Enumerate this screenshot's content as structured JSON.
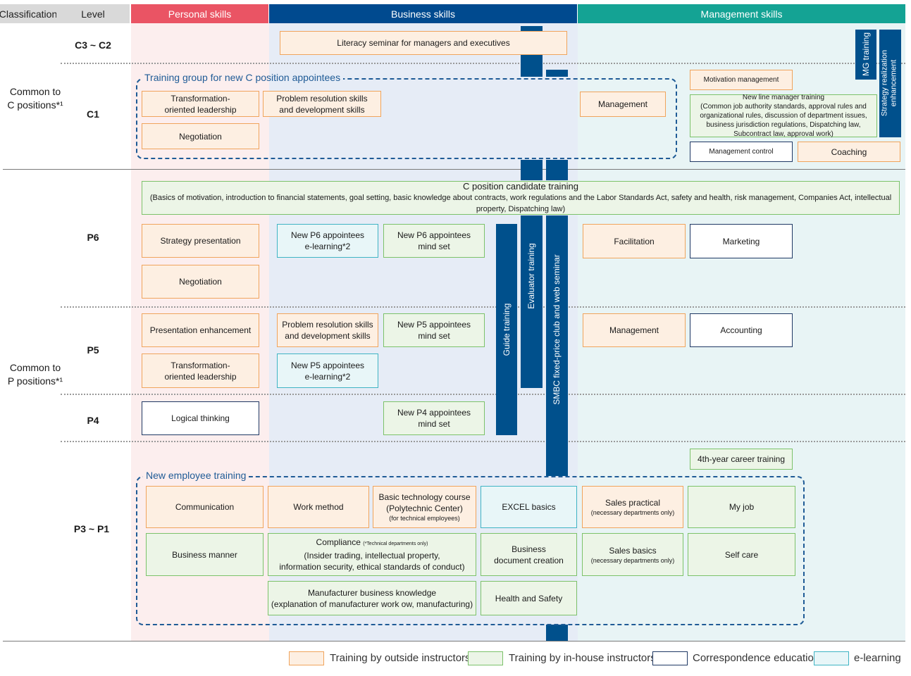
{
  "headers": {
    "classification": "Classification",
    "level": "Level",
    "personal": "Personal skills",
    "business": "Business skills",
    "management": "Management skills"
  },
  "colors": {
    "personal": "#ea5464",
    "business": "#004a8f",
    "management": "#14a394",
    "outside": "#f0a45c",
    "inhouse": "#7cc26a",
    "correspondence": "#1f3864",
    "elearning": "#3fb4c4",
    "bar": "#00508c"
  },
  "classifications": {
    "c": "Common to\nC positions*¹",
    "p": "Common to\nP positions*¹"
  },
  "levels": {
    "c3c2": "C3 ~ C2",
    "c1": "C1",
    "p6": "P6",
    "p5": "P5",
    "p4": "P4",
    "p3p1": "P3 ~ P1"
  },
  "groups": {
    "new_c": "Training group for new C position appointees",
    "new_employee": "New employee training"
  },
  "bars": {
    "mg": "MG training",
    "strategy": "Strategy realization\nenhancement",
    "guide": "Guide training",
    "evaluator": "Evaluator training",
    "smbc": "SMBC fixed-price club and web seminar"
  },
  "boxes": {
    "literacy": "Literacy seminar for managers and executives",
    "c1_transform": "Transformation-\noriented leadership",
    "c1_problem": "Problem resolution skills\nand development skills",
    "c1_negotiation": "Negotiation",
    "c1_management": "Management",
    "motivation": "Motivation management",
    "new_line_title": "New line manager training",
    "new_line_detail": "(Common job authority standards, approval rules and organizational rules, discussion of department issues, business jurisdiction regulations, Dispatching law, Subcontract law, approval work)",
    "mgmt_control": "Management control",
    "coaching": "Coaching",
    "cand_title": "C position candidate training",
    "cand_detail": "(Basics of motivation, introduction to financial statements, goal setting, basic knowledge about contracts, work regulations and the Labor Standards Act, safety and health, risk management, Companies Act, intellectual property, Dispatching law)",
    "p6_strategy": "Strategy presentation",
    "p6_negotiation": "Negotiation",
    "p6_elearning": "New P6 appointees\ne-learning*2",
    "p6_mindset": "New P6 appointees\nmind set",
    "facilitation": "Facilitation",
    "marketing": "Marketing",
    "p5_presentation": "Presentation enhancement",
    "p5_transform": "Transformation-\noriented leadership",
    "p5_problem": "Problem resolution skills\nand development skills",
    "p5_mindset": "New P5 appointees\nmind set",
    "p5_elearning": "New P5 appointees\ne-learning*2",
    "p5_management": "Management",
    "accounting": "Accounting",
    "logical": "Logical thinking",
    "p4_mindset": "New P4 appointees\nmind set",
    "career4": "4th-year career training",
    "communication": "Communication",
    "work_method": "Work method",
    "basic_tech_title": "Basic technology course\n(Polytechnic Center)",
    "basic_tech_note": "(for technical employees)",
    "excel": "EXCEL basics",
    "sales_practical": "Sales practical",
    "sales_practical_note": "(necessary departments only)",
    "my_job": "My job",
    "business_manner": "Business manner",
    "compliance_title": "Compliance",
    "compliance_note": "(*Technical departments only)",
    "compliance_detail": "(Insider trading, intellectual property,\ninformation security, ethical standards of conduct)",
    "biz_doc": "Business\ndocument creation",
    "sales_basics": "Sales basics",
    "sales_basics_note": "(necessary departments only)",
    "self_care": "Self care",
    "manufacturer": "Manufacturer business knowledge\n(explanation of manufacturer work ow, manufacturing)",
    "health": "Health and Safety"
  },
  "legend": {
    "outside": "Training by outside instructors",
    "inhouse": "Training by in-house instructors",
    "correspondence": "Correspondence education",
    "elearning": "e-learning"
  }
}
